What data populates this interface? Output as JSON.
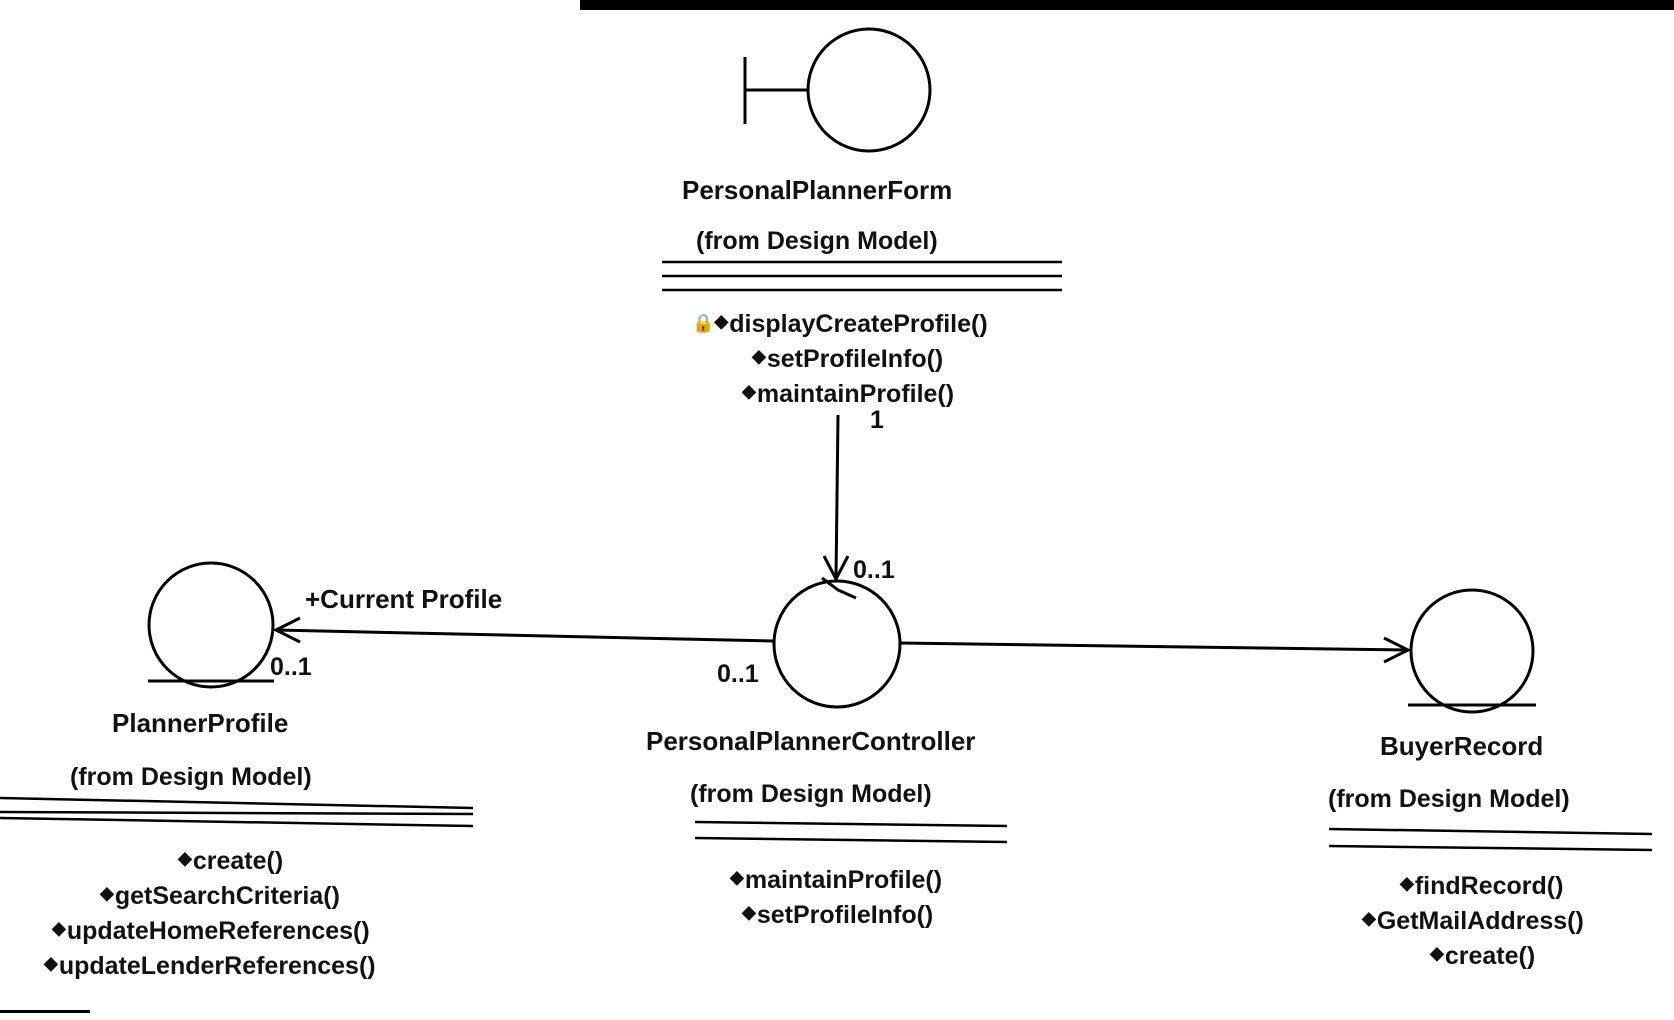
{
  "classes": {
    "personal_planner_form": {
      "name": "PersonalPlannerForm",
      "origin": "(from Design Model)",
      "stereotype_icon": "boundary-icon",
      "operations": [
        "displayCreateProfile()",
        "setProfileInfo()",
        "maintainProfile()"
      ]
    },
    "planner_profile": {
      "name": "PlannerProfile",
      "origin": "(from Design Model)",
      "stereotype_icon": "entity-icon",
      "operations": [
        "create()",
        "getSearchCriteria()",
        "updateHomeReferences()",
        "updateLenderReferences()"
      ]
    },
    "personal_planner_controller": {
      "name": "PersonalPlannerController",
      "origin": "(from Design Model)",
      "stereotype_icon": "control-icon",
      "operations": [
        "maintainProfile()",
        "setProfileInfo()"
      ]
    },
    "buyer_record": {
      "name": "BuyerRecord",
      "origin": "(from Design Model)",
      "stereotype_icon": "entity-icon",
      "operations": [
        "findRecord()",
        "GetMailAddress()",
        "create()"
      ]
    }
  },
  "associations": {
    "form_to_controller": {
      "source_multiplicity": "1",
      "target_multiplicity": "0..1"
    },
    "controller_to_profile": {
      "role": "+Current Profile",
      "source_multiplicity": "0..1",
      "target_multiplicity": "0..1"
    },
    "controller_to_buyer": {}
  },
  "icons": {
    "operation_marker": "◆",
    "protected_marker": "🔒"
  }
}
